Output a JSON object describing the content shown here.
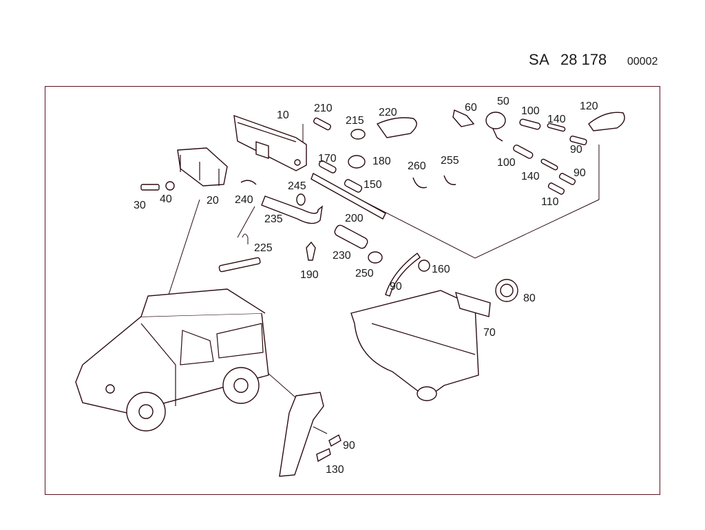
{
  "header": {
    "code": "SA",
    "number": "28 178",
    "index": "00002"
  },
  "parts": [
    {
      "id": "p10",
      "label": "10"
    },
    {
      "id": "p20",
      "label": "20"
    },
    {
      "id": "p30",
      "label": "30"
    },
    {
      "id": "p40",
      "label": "40"
    },
    {
      "id": "p50",
      "label": "50"
    },
    {
      "id": "p60",
      "label": "60"
    },
    {
      "id": "p70",
      "label": "70"
    },
    {
      "id": "p80",
      "label": "80"
    },
    {
      "id": "p90a",
      "label": "90"
    },
    {
      "id": "p90b",
      "label": "90"
    },
    {
      "id": "p90c",
      "label": "90"
    },
    {
      "id": "p90d",
      "label": "90"
    },
    {
      "id": "p100a",
      "label": "100"
    },
    {
      "id": "p100b",
      "label": "100"
    },
    {
      "id": "p110",
      "label": "110"
    },
    {
      "id": "p120",
      "label": "120"
    },
    {
      "id": "p130",
      "label": "130"
    },
    {
      "id": "p140a",
      "label": "140"
    },
    {
      "id": "p140b",
      "label": "140"
    },
    {
      "id": "p150",
      "label": "150"
    },
    {
      "id": "p160",
      "label": "160"
    },
    {
      "id": "p170",
      "label": "170"
    },
    {
      "id": "p180",
      "label": "180"
    },
    {
      "id": "p190",
      "label": "190"
    },
    {
      "id": "p200",
      "label": "200"
    },
    {
      "id": "p210",
      "label": "210"
    },
    {
      "id": "p215",
      "label": "215"
    },
    {
      "id": "p220",
      "label": "220"
    },
    {
      "id": "p225",
      "label": "225"
    },
    {
      "id": "p230",
      "label": "230"
    },
    {
      "id": "p235",
      "label": "235"
    },
    {
      "id": "p240",
      "label": "240"
    },
    {
      "id": "p245",
      "label": "245"
    },
    {
      "id": "p250",
      "label": "250"
    },
    {
      "id": "p255",
      "label": "255"
    },
    {
      "id": "p260",
      "label": "260"
    }
  ]
}
